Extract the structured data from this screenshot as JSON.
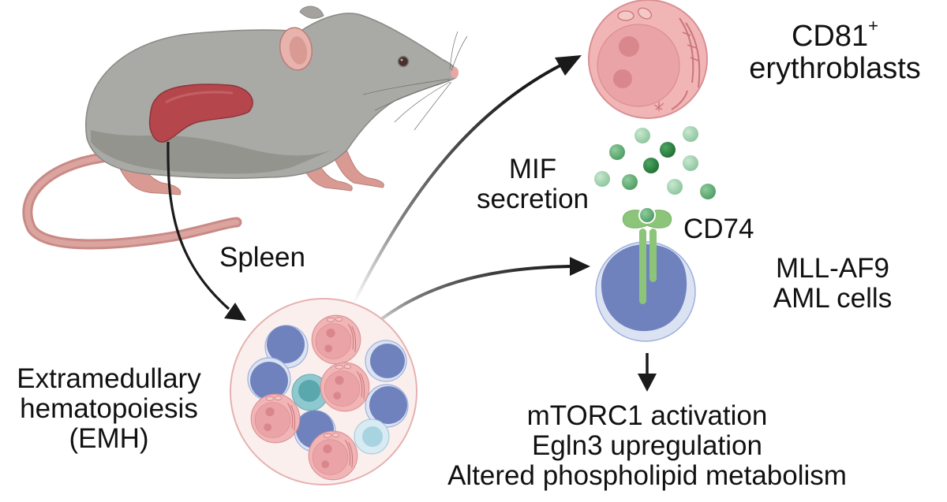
{
  "figure": {
    "type": "graphical-abstract",
    "labels": {
      "spleen": "Spleen",
      "emh_line1": "Extramedullary",
      "emh_line2": "hematopoiesis",
      "emh_line3": "(EMH)",
      "erythroblasts_line1": "CD81",
      "erythroblasts_sup": "+",
      "erythroblasts_line2": "erythroblasts",
      "mif_line1": "MIF",
      "mif_line2": "secretion",
      "receptor": "CD74",
      "aml_line1": "MLL-AF9",
      "aml_line2": "AML cells",
      "outcome_line1": "mTORC1 activation",
      "outcome_line2": "Egln3 upregulation",
      "outcome_line3": "Altered phospholipid metabolism"
    },
    "icons": [
      "mouse-icon",
      "spleen-organ-icon",
      "emh-cell-cluster-icon",
      "erythroblast-cell-icon",
      "mif-protein-particles-icon",
      "cd74-receptor-icon",
      "aml-cell-icon"
    ],
    "colors": {
      "mouse_body": "#a9a9a6",
      "mouse_shadow": "#8f8e89",
      "mouse_skin": "#d49a92",
      "spleen": "#b5474c",
      "erythroblast": "#efb0b0",
      "erythroblast_nucleus": "#e39a9c",
      "aml_cell": "#6f82bd",
      "aml_membrane": "#d7def2",
      "mif_light": "#9fd1ad",
      "mif_dark": "#2f8a45",
      "cd74": "#8cc47a",
      "arrow": "#1a1a1a"
    }
  }
}
